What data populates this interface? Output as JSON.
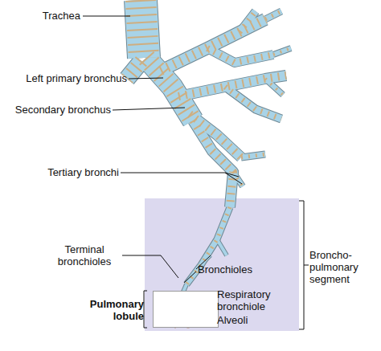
{
  "diagram": {
    "nodes": [
      {
        "text": [
          "Broncho- pulmonary segment"
        ]
      },
      {
        "text": [
          "Pulmonary lobule"
        ],
        "in": 0
      }
    ],
    "labels": [
      "Trachea",
      "Left primary bronchus",
      "Secondary bronchus",
      "Tertiary bronchi",
      "Terminal bronchioles",
      "Bronchioles",
      "Respiratory bronchiole",
      "Alveoli"
    ]
  }
}
